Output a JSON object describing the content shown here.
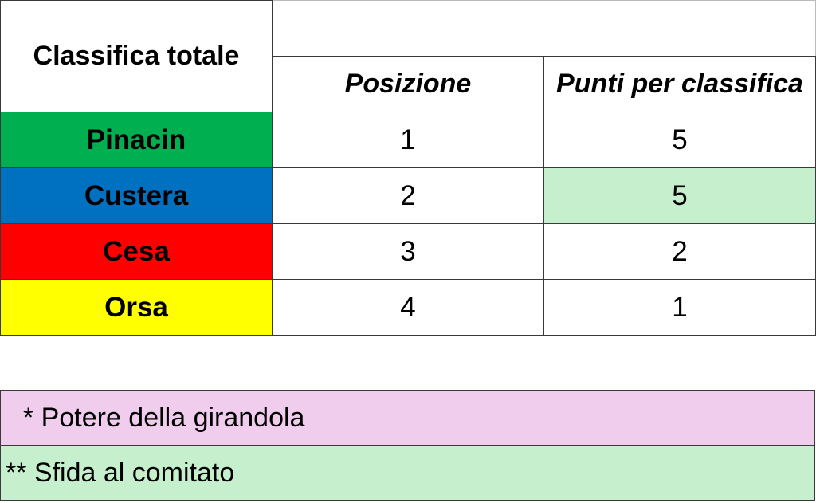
{
  "table": {
    "title": "Classifica totale",
    "columns": [
      "Posizione",
      "Punti per classifica"
    ],
    "rows": [
      {
        "team": "Pinacin",
        "team_color": "#00b050",
        "position": "1",
        "points": "5",
        "points_bg": "#ffffff"
      },
      {
        "team": "Custera",
        "team_color": "#0070c0",
        "position": "2",
        "points": "5",
        "points_bg": "#c6efce"
      },
      {
        "team": "Cesa",
        "team_color": "#ff0000",
        "position": "3",
        "points": "2",
        "points_bg": "#ffffff"
      },
      {
        "team": "Orsa",
        "team_color": "#ffff00",
        "position": "4",
        "points": "1",
        "points_bg": "#ffffff"
      }
    ]
  },
  "legend": [
    {
      "text": "* Potere della girandola",
      "color": "#f0cdec"
    },
    {
      "text": "** Sfida al comitato",
      "color": "#c6efce"
    }
  ]
}
